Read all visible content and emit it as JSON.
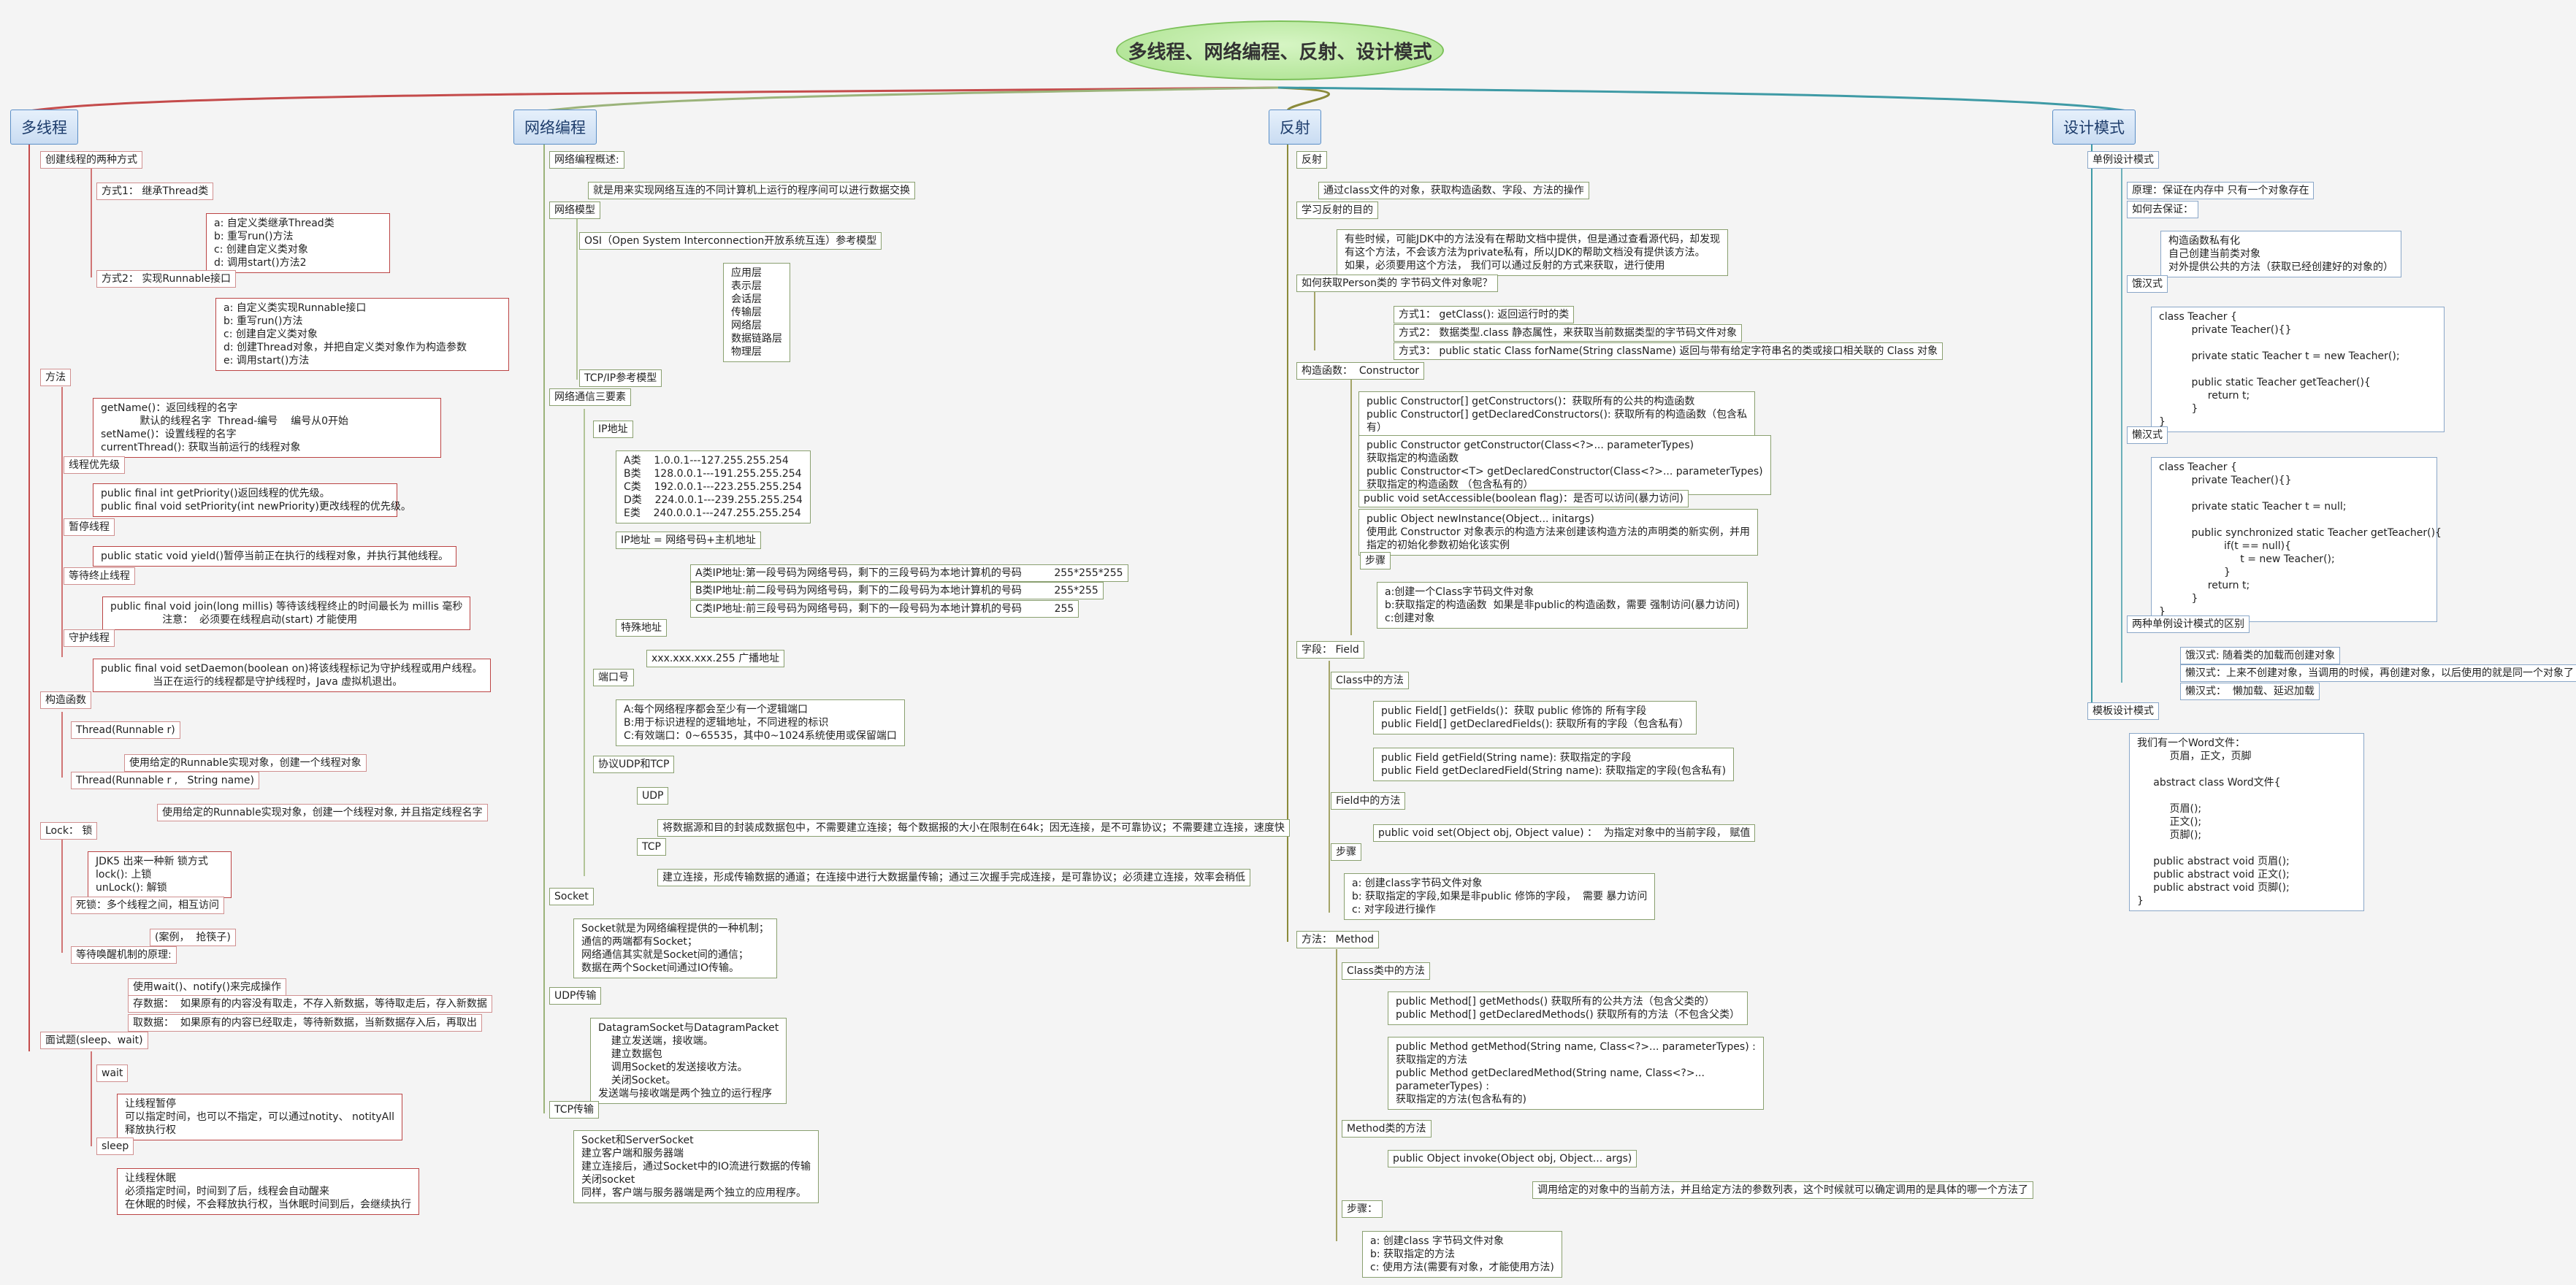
{
  "title": "多线程、网络编程、反射、设计模式",
  "branches": {
    "thread": {
      "label": "多线程",
      "create_title": "创建线程的两种方式",
      "way1_title": "方式1： 继承Thread类",
      "way1_steps": "a: 自定义类继承Thread类\nb: 重写run()方法\nc: 创建自定义类对象\nd: 调用start()方法2",
      "way2_title": "方式2： 实现Runnable接口",
      "way2_steps": "a: 自定义类实现Runnable接口\nb: 重写run()方法\nc: 创建自定义类对象\nd: 创建Thread对象，并把自定义类对象作为构造参数\ne: 调用start()方法",
      "methods_title": "方法",
      "methods_text": "getName()：返回线程的名字\n            默认的线程名字  Thread-编号    编号从0开始\nsetName()：设置线程的名字\ncurrentThread(): 获取当前运行的线程对象",
      "priority_title": "线程优先级",
      "priority_text": "public final int getPriority()返回线程的优先级。\npublic final void setPriority(int newPriority)更改线程的优先级。",
      "pause_title": "暂停线程",
      "pause_text": "public static void yield()暂停当前正在执行的线程对象，并执行其他线程。",
      "wait_end_title": "等待终止线程",
      "wait_end_text": "public final void join(long millis) 等待该线程终止的时间最长为 millis 毫秒\n                注意：  必须要在线程启动(start) 才能使用",
      "daemon_title": "守护线程",
      "daemon_text": "public final void setDaemon(boolean on)将该线程标记为守护线程或用户线程。\n                当正在运行的线程都是守护线程时，Java 虚拟机退出。",
      "ctor_title": "构造函数",
      "ctor1": "Thread(Runnable r)",
      "ctor1_desc": "使用给定的Runnable实现对象，创建一个线程对象",
      "ctor2": "Thread(Runnable r ,   String name)",
      "ctor2_desc": "使用给定的Runnable实现对象，创建一个线程对象, 并且指定线程名字",
      "lock_title": "Lock： 锁",
      "lock_text": "JDK5 出来一种新 锁方式\nlock(): 上锁\nunLock(): 解锁",
      "deadlock_title": "死锁：多个线程之间，相互访问",
      "deadlock_text": "(案例，  抢筷子)",
      "wake_title": "等待唤醒机制的原理:",
      "wake1": "使用wait()、notify()来完成操作",
      "wake2": "存数据：  如果原有的内容没有取走，不存入新数据，等待取走后，存入新数据",
      "wake3": "取数据：  如果原有的内容已经取走，等待新数据，当新数据存入后，再取出",
      "interview_title": "面试题(sleep、wait)",
      "wait_label": "wait",
      "wait_text": "让线程暂停\n可以指定时间，也可以不指定，可以通过notity、 notityAll\n释放执行权",
      "sleep_label": "sleep",
      "sleep_text": "让线程休眠\n必须指定时间，时间到了后，线程会自动醒来\n在休眠的时候，不会释放执行权，当休眠时间到后，会继续执行"
    },
    "network": {
      "label": "网络编程",
      "overview_title": "网络编程概述:",
      "overview_text": "就是用来实现网络互连的不同计算机上运行的程序间可以进行数据交换",
      "model_title": "网络模型",
      "osi_title": "OSI（Open System Interconnection开放系统互连）参考模型",
      "osi_layers": "应用层\n表示层\n会话层\n传输层\n网络层\n数据链路层\n物理层",
      "tcpip_title": "TCP/IP参考模型",
      "elements_title": "网络通信三要素",
      "ip_title": "IP地址",
      "ip_classes": "A类    1.0.0.1---127.255.255.254\nB类    128.0.0.1---191.255.255.254\nC类    192.0.0.1---223.255.255.254\nD类    224.0.0.1---239.255.255.254\nE类    240.0.0.1---247.255.255.254",
      "ip_formula": "IP地址 = 网络号码+主机地址",
      "ip_a": "A类IP地址:第一段号码为网络号码，剩下的三段号码为本地计算机的号码          255*255*255",
      "ip_b": "B类IP地址:前二段号码为网络号码，剩下的二段号码为本地计算机的号码          255*255",
      "ip_c": "C类IP地址:前三段号码为网络号码，剩下的一段号码为本地计算机的号码          255",
      "special_title": "特殊地址",
      "special_text": "xxx.xxx.xxx.255 广播地址",
      "port_title": "端口号",
      "port_text": "A:每个网络程序都会至少有一个逻辑端口\nB:用于标识进程的逻辑地址，不同进程的标识\nC:有效端口：0~65535，其中0~1024系统使用或保留端口",
      "protocol_title": "协议UDP和TCP",
      "udp_label": "UDP",
      "udp_text": "将数据源和目的封装成数据包中，不需要建立连接；每个数据报的大小在限制在64k；因无连接，是不可靠协议；不需要建立连接，速度快",
      "tcp_label": "TCP",
      "tcp_text": "建立连接，形成传输数据的通道；在连接中进行大数据量传输；通过三次握手完成连接，是可靠协议；必须建立连接，效率会稍低",
      "socket_title": "Socket",
      "socket_text": "Socket就是为网络编程提供的一种机制；\n通信的两端都有Socket；\n网络通信其实就是Socket间的通信；\n数据在两个Socket间通过IO传输。",
      "udpt_title": "UDP传输",
      "udpt_text": "DatagramSocket与DatagramPacket\n    建立发送端，接收端。\n    建立数据包\n    调用Socket的发送接收方法。\n    关闭Socket。\n发送端与接收端是两个独立的运行程序",
      "tcpt_title": "TCP传输",
      "tcpt_text": "Socket和ServerSocket\n建立客户端和服务器端\n建立连接后，通过Socket中的IO流进行数据的传输\n关闭socket\n同样，客户端与服务器端是两个独立的应用程序。"
    },
    "reflection": {
      "label": "反射",
      "refl_title": "反射",
      "refl_text": "通过class文件的对象，获取构造函数、字段、方法的操作",
      "purpose_title": "学习反射的目的",
      "purpose_text": "有些时候，可能JDK中的方法没有在帮助文档中提供，但是通过查看源代码，却发现\n有这个方法，不会该方法为private私有，所以JDK的帮助文档没有提供该方法。\n如果，必须要用这个方法， 我们可以通过反射的方式来获取，进行使用",
      "get_title": "如何获取Person类的 字节码文件对象呢？",
      "get1": "方式1： getClass(): 返回运行时的类",
      "get2": "方式2： 数据类型.class 静态属性，来获取当前数据类型的字节码文件对象",
      "get3": "方式3： public static Class forName(String className) 返回与带有给定字符串名的类或接口相关联的 Class 对象",
      "ctor_title": "构造函数：  Constructor",
      "ctor_a": "public Constructor[] getConstructors()：获取所有的公共的构造函数\npublic Constructor[] getDeclaredConstructors(): 获取所有的构造函数（包含私\n有）",
      "ctor_b": "public Constructor getConstructor(Class<?>... parameterTypes)\n获取指定的构造函数\npublic Constructor<T> getDeclaredConstructor(Class<?>... parameterTypes)\n获取指定的构造函数 （包含私有的）",
      "ctor_c": "public void setAccessible(boolean flag)：是否可以访问(暴力访问)",
      "ctor_d": "public Object newInstance(Object... initargs)\n使用此 Constructor 对象表示的构造方法来创建该构造方法的声明类的新实例，并用\n指定的初始化参数初始化该实例",
      "ctor_steps_label": "步骤",
      "ctor_steps": "a:创建一个Class字节码文件对象\nb:获取指定的构造函数  如果是非public的构造函数，需要 强制访问(暴力访问)\nc:创建对象",
      "field_title": "字段： Field",
      "field_class": "Class中的方法",
      "field_a": "public Field[] getFields()：获取 public 修饰的 所有字段\npublic Field[] getDeclaredFields(): 获取所有的字段（包含私有）",
      "field_b": "public Field getField(String name): 获取指定的字段\npublic Field getDeclaredField(String name): 获取指定的字段(包含私有)",
      "field_methods": "Field中的方法",
      "field_set": "public void set(Object obj, Object value) ：  为指定对象中的当前字段， 赋值",
      "field_steps_label": "步骤",
      "field_steps": "a: 创建class字节码文件对象\nb: 获取指定的字段,如果是非public 修饰的字段，  需要 暴力访问\nc: 对字段进行操作",
      "method_title": "方法： Method",
      "method_class": "Class类中的方法",
      "method_a": "public Method[] getMethods() 获取所有的公共方法（包含父类的）\npublic Method[] getDeclaredMethods() 获取所有的方法（不包含父类）",
      "method_b": "public Method getMethod(String name, Class<?>... parameterTypes) :\n获取指定的方法\npublic Method getDeclaredMethod(String name, Class<?>...\nparameterTypes) :\n获取指定的方法(包含私有的)",
      "method_methods": "Method类的方法",
      "method_invoke": "public Object invoke(Object obj, Object... args)",
      "method_invoke_desc": "调用给定的对象中的当前方法，并且给定方法的参数列表，这个时候就可以确定调用的是具体的哪一个方法了",
      "method_steps_label": "步骤：",
      "method_steps": "a: 创建class 字节码文件对象\nb: 获取指定的方法\nc: 使用方法(需要有对象，才能使用方法)"
    },
    "design": {
      "label": "设计模式",
      "singleton_title": "单例设计模式",
      "principle": "原理：保证在内存中 只有一个对象存在",
      "how_title": "如何去保证：",
      "how_text": "构造函数私有化\n自己创建当前类对象\n对外提供公共的方法（获取已经创建好的对象的）",
      "hungry_title": "饿汉式",
      "hungry_code": "class Teacher {\n          private Teacher(){}\n\n          private static Teacher t = new Teacher();\n\n          public static Teacher getTeacher(){\n               return t;\n          }\n}",
      "lazy_title": "懒汉式",
      "lazy_code": "class Teacher {\n          private Teacher(){}\n\n          private static Teacher t = null;\n\n          public synchronized static Teacher getTeacher(){\n                    if(t == null){\n                         t = new Teacher();\n                    }\n               return t;\n          }\n}",
      "diff_title": "两种单例设计模式的区别",
      "diff1": "饿汉式: 随着类的加载而创建对象",
      "diff2": "懒汉式：上来不创建对象，当调用的时候，再创建对象，以后使用的就是同一个对象了",
      "diff3": "懒汉式：  懒加载、延迟加载",
      "template_title": "模板设计模式",
      "template_code": "我们有一个Word文件：\n          页眉，正文，页脚\n\n     abstract class Word文件{\n\n          页眉();\n          正文();\n          页脚();\n\n     public abstract void 页眉();\n     public abstract void 正文();\n     public abstract void 页脚();\n}"
    }
  },
  "colors": {
    "thread_line": "#c44b4b",
    "network_line": "#9bb37a",
    "reflection_line": "#8a8a3a",
    "design_line": "#3e9aa5",
    "root_fill": "#b8e8a0"
  }
}
